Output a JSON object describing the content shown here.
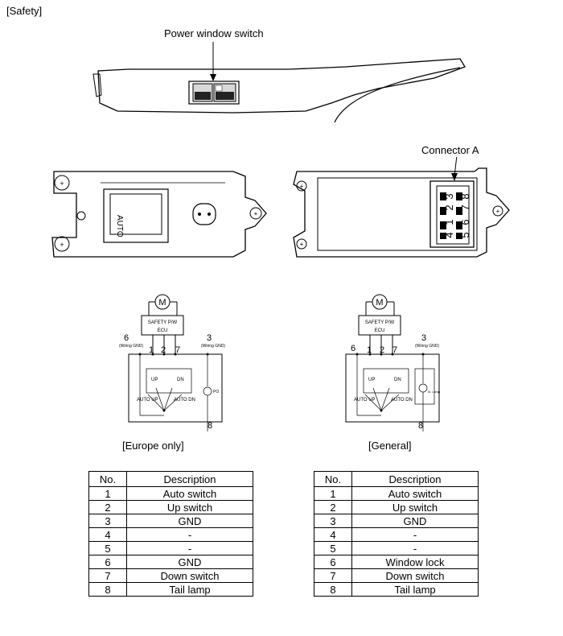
{
  "header": "[Safety]",
  "labels": {
    "power_window_switch": "Power window switch",
    "connector_a": "Connector A",
    "europe_caption": "[Europe only]",
    "general_caption": "[General]",
    "auto_text": "AUTO"
  },
  "connector_pins": {
    "left_column": [
      "3",
      "2",
      "1",
      "4"
    ],
    "right_column": [
      "8",
      "7",
      "6",
      "5"
    ]
  },
  "schematic": {
    "motor": "M",
    "ecu_line1": "SAFETY P/W",
    "ecu_line2": "ECU",
    "pin6": "6",
    "pin1": "1",
    "pin2": "2",
    "pin7": "7",
    "pin3": "3",
    "pin8": "8",
    "pin6_note": "(Wiring GND)",
    "pin3_note": "(Wiring GND)",
    "up": "UP",
    "dn": "DN",
    "auto_up": "AUTO UP",
    "auto_dn": "AUTO DN",
    "lamp_text": "PO",
    "lamp_text_general": "Ill. Lamp"
  },
  "tables": {
    "headers": {
      "no": "No.",
      "desc": "Description"
    },
    "europe": [
      {
        "no": "1",
        "desc": "Auto switch"
      },
      {
        "no": "2",
        "desc": "Up switch"
      },
      {
        "no": "3",
        "desc": "GND"
      },
      {
        "no": "4",
        "desc": "-"
      },
      {
        "no": "5",
        "desc": "-"
      },
      {
        "no": "6",
        "desc": "GND"
      },
      {
        "no": "7",
        "desc": "Down switch"
      },
      {
        "no": "8",
        "desc": "Tail lamp"
      }
    ],
    "general": [
      {
        "no": "1",
        "desc": "Auto switch"
      },
      {
        "no": "2",
        "desc": "Up switch"
      },
      {
        "no": "3",
        "desc": "GND"
      },
      {
        "no": "4",
        "desc": "-"
      },
      {
        "no": "5",
        "desc": "-"
      },
      {
        "no": "6",
        "desc": "Window lock"
      },
      {
        "no": "7",
        "desc": "Down switch"
      },
      {
        "no": "8",
        "desc": "Tail lamp"
      }
    ]
  }
}
